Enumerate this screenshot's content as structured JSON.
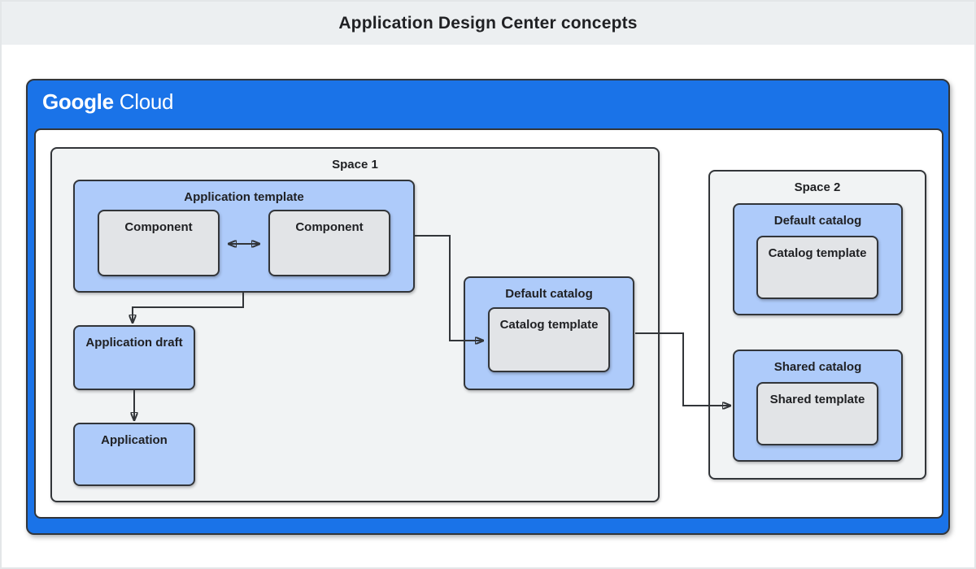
{
  "header": {
    "title": "Application Design Center concepts"
  },
  "logo": {
    "primary": "Google",
    "secondary": "Cloud"
  },
  "colors": {
    "google_blue": "#1a73e8",
    "node_blue": "#aecbfa",
    "node_gray": "#e2e4e7",
    "space_gray": "#f1f3f4",
    "header_gray": "#eceff1",
    "stroke": "#323539",
    "text": "#202124"
  },
  "space1": {
    "label": "Space 1",
    "application_template": {
      "label": "Application template"
    },
    "component_left": {
      "label": "Component"
    },
    "component_right": {
      "label": "Component"
    },
    "application_draft": {
      "label": "Application draft"
    },
    "application": {
      "label": "Application"
    },
    "default_catalog": {
      "label": "Default catalog"
    },
    "catalog_template": {
      "label": "Catalog template"
    }
  },
  "space2": {
    "label": "Space 2",
    "default_catalog": {
      "label": "Default catalog"
    },
    "catalog_template": {
      "label": "Catalog template"
    },
    "shared_catalog": {
      "label": "Shared catalog"
    },
    "shared_template": {
      "label": "Shared template"
    }
  }
}
